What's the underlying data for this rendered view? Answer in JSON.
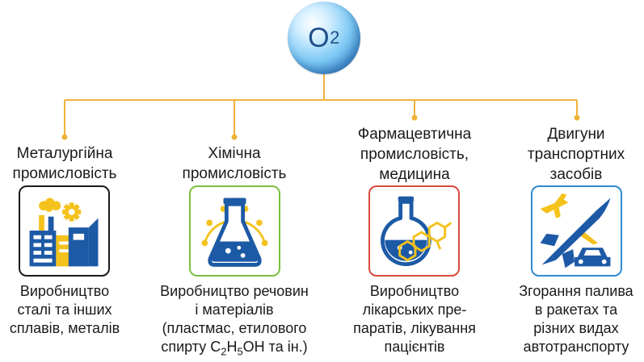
{
  "center": {
    "label_main": "O",
    "label_sub": "2"
  },
  "colors": {
    "connector": "#f0b23a",
    "card1_border": "#1a1a1a",
    "card2_border": "#7cbf3f",
    "card3_border": "#d94a3a",
    "card4_border": "#2e8bd1",
    "icon_blue": "#1d5aa6",
    "icon_yellow": "#f4c21c"
  },
  "categories": [
    {
      "title_lines": [
        "Металургійна",
        "промисловість"
      ],
      "icon": "factory-icon",
      "desc_lines": [
        "Виробництво",
        "сталі та інших",
        "сплавів, металів"
      ]
    },
    {
      "title_lines": [
        "Хімічна",
        "промисловість"
      ],
      "icon": "flask-icon",
      "desc_lines": [
        "Виробництво речовин",
        "і матеріалів",
        "(пластмас, етилового"
      ],
      "formula": {
        "prefix": "спирту C",
        "s1": "2",
        "mid1": "H",
        "s2": "5",
        "tail": "OH та ін.)"
      }
    },
    {
      "title_lines": [
        "Фармацевтична",
        "промисловість,",
        "медицина"
      ],
      "icon": "pharma-flask-icon",
      "desc_lines": [
        "Виробництво",
        "лікарських пре-",
        "паратів, лікування",
        "пацієнтів"
      ]
    },
    {
      "title_lines": [
        "Двигуни",
        "транспортних",
        "засобів"
      ],
      "icon": "rocket-plane-car-icon",
      "desc_lines": [
        "Згорання палива",
        "в ракетах та",
        "різних видах",
        "автотранспорту"
      ]
    }
  ]
}
